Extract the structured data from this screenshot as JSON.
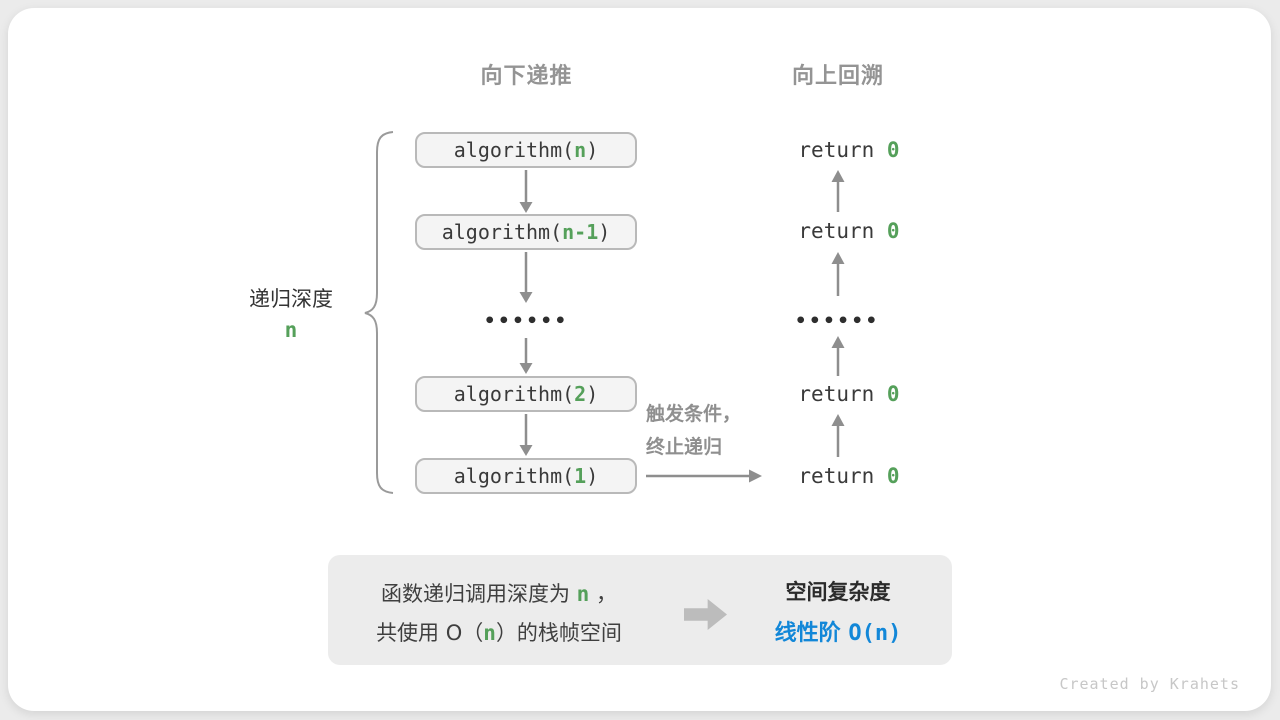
{
  "headers": {
    "down": "向下递推",
    "up": "向上回溯"
  },
  "depth": {
    "label": "递归深度",
    "var": "n"
  },
  "stack": {
    "frames": [
      {
        "pre": "algorithm(",
        "arg": "n",
        "post": ")"
      },
      {
        "pre": "algorithm(",
        "arg": "n-1",
        "post": ")"
      },
      {
        "pre": "algorithm(",
        "arg": "2",
        "post": ")"
      },
      {
        "pre": "algorithm(",
        "arg": "1",
        "post": ")"
      }
    ],
    "ellipsis": "••••••"
  },
  "returns": {
    "keyword": "return ",
    "value": "0",
    "ellipsis": "••••••"
  },
  "trigger": {
    "line1": "触发条件，",
    "line2": "终止递归"
  },
  "summary": {
    "line1": {
      "a": "函数递归调用深度为 ",
      "n": "n",
      "b": " ，"
    },
    "line2": {
      "a": "共使用 O（",
      "n": "n",
      "b": "）的栈帧空间"
    },
    "result_title": "空间复杂度",
    "result_value": {
      "a": "线性阶 ",
      "b": "O(n)"
    }
  },
  "footer": {
    "credit": "Created by Krahets"
  },
  "colors": {
    "green_accent": "#55a05a",
    "blue_accent": "#1287d8",
    "gray_heading": "#949494",
    "arrow_gray": "#8e8e8e",
    "card_bg": "#ffffff",
    "page_bg": "#ebebeb",
    "panel_bg": "#ececec"
  }
}
